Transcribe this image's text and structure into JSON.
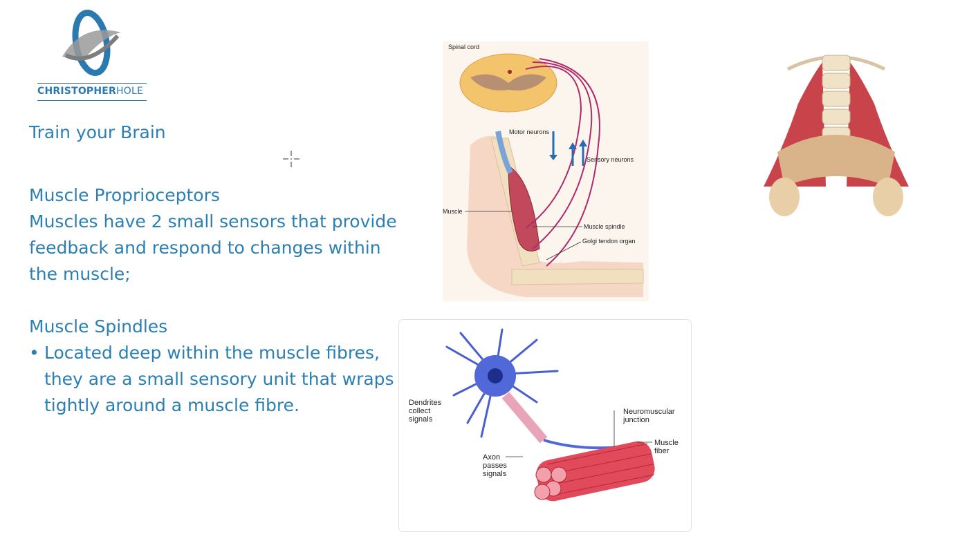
{
  "logo": {
    "brand_bold": "CHRISTOPHER",
    "brand_light": "HOLE"
  },
  "slide": {
    "title": "Train your Brain",
    "section1_heading": "Muscle Proprioceptors",
    "section1_body": "Muscles have 2 small sensors that provide feedback and respond to changes within the muscle;",
    "section2_heading": "Muscle Spindles",
    "section2_bullets": [
      "Located deep within the muscle fibres, they are a small sensory unit that wraps tightly around a muscle fibre."
    ]
  },
  "figure_arm": {
    "labels": {
      "spinal_cord": "Spinal cord",
      "motor_neurons": "Motor neurons",
      "sensory_neurons": "Sensory neurons",
      "muscle": "Muscle",
      "muscle_spindle": "Muscle spindle",
      "golgi": "Golgi tendon organ"
    }
  },
  "figure_neuron": {
    "labels": {
      "dendrites_1": "Dendrites",
      "dendrites_2": "collect",
      "dendrites_3": "signals",
      "nmj_1": "Neuromuscular",
      "nmj_2": "junction",
      "fiber_1": "Muscle",
      "fiber_2": "fiber",
      "axon_1": "Axon",
      "axon_2": "passes",
      "axon_3": "signals"
    }
  },
  "colors": {
    "text_blue": "#2b7fb3",
    "logo_blue": "#2a7ab0",
    "muscle_red": "#c8444a"
  }
}
